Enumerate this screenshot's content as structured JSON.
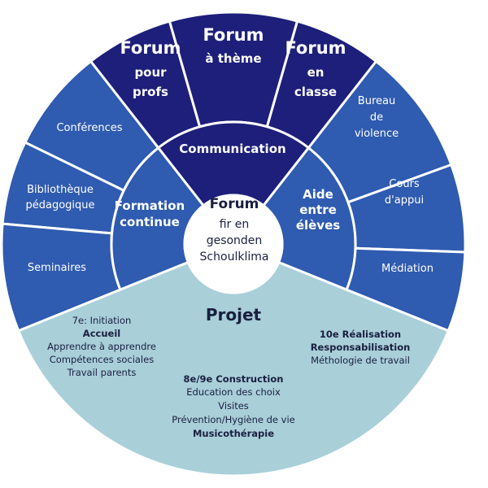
{
  "center": [
    "Forum",
    "fir en",
    "gesonden",
    "Schoulklima"
  ],
  "inner": {
    "communication": "Communication",
    "formation": [
      "Formation",
      "continue"
    ],
    "aide": [
      "Aide",
      "entre",
      "élèves"
    ],
    "projet": "Projet"
  },
  "outer": {
    "forum_profs": [
      "Forum",
      "pour",
      "profs"
    ],
    "forum_theme": [
      "Forum",
      "à thème"
    ],
    "forum_classe": [
      "Forum",
      "en",
      "classe"
    ],
    "bureau": [
      "Bureau",
      "de",
      "violence"
    ],
    "cours": [
      "Cours",
      "d'appui"
    ],
    "mediation": "Médiation",
    "conferences": "Conférences",
    "bibliotheque": [
      "Bibliothèque",
      "pédagogique"
    ],
    "seminaires": "Seminaires"
  },
  "projet_blocks": {
    "septieme": [
      "7e: Initiation",
      "Accueil",
      "Apprendre à apprendre",
      "Compétences sociales",
      "Travail parents"
    ],
    "huitieme": [
      "8e/9e Construction",
      "Education des choix",
      "Visites",
      "Prévention/Hygiène de vie",
      "Musicothérapie"
    ],
    "dixieme": [
      "10e Réalisation",
      "Responsabilisation",
      "Méthologie de travail"
    ]
  },
  "colors": {
    "navy": "#1e1f7a",
    "royal": "#2f5bb0",
    "light": "#a9cfd9",
    "border": "#ffffff",
    "center": "#ffffff",
    "text_dark": "#1a1f3f"
  }
}
